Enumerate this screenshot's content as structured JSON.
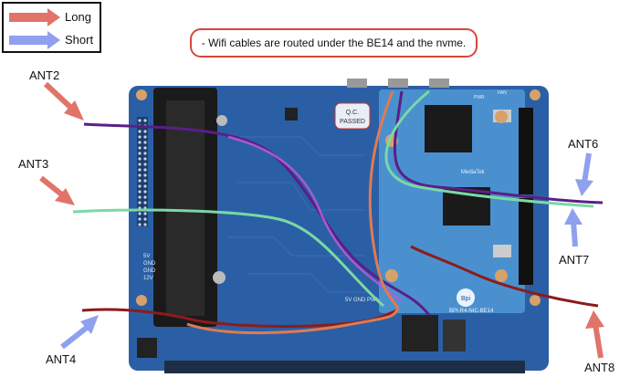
{
  "legend": {
    "long_label": "Long",
    "short_label": "Short",
    "long_color": "#e0746a",
    "short_color": "#8fa0ee"
  },
  "note": {
    "text": "- Wifi cables are routed under the BE14 and the nvme."
  },
  "antennas": {
    "ant2": "ANT2",
    "ant3": "ANT3",
    "ant4": "ANT4",
    "ant6": "ANT6",
    "ant7": "ANT7",
    "ant8": "ANT8"
  },
  "board": {
    "stamp_line1": "Q.C.",
    "stamp_line2": "PASSED",
    "module_brand": "MediaTek",
    "module_name": "BPI-R4-NIC-BE14",
    "module_logo": "Bpi",
    "pin_labels": "5V  GND  PWM",
    "gpio_labels": [
      "5V",
      "GND",
      "GND",
      "12V"
    ],
    "silk_fan": "FAN",
    "silk_pwr": "PWR",
    "board_color": "#2b5fa5",
    "module_color": "#4a90cf"
  },
  "cables": {
    "purple": "#5a1f86",
    "light_purple": "#b45cd6",
    "green": "#79d9a4",
    "dark_red": "#8c1b1b",
    "orange": "#e07a52"
  }
}
